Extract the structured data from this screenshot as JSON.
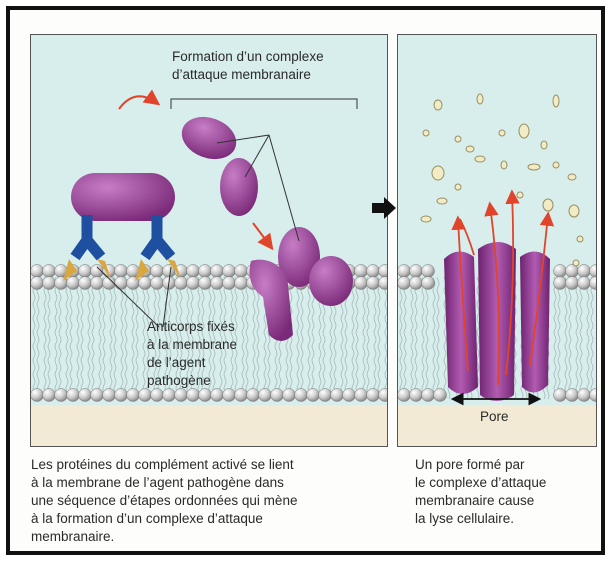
{
  "left_panel": {
    "title_lines": [
      "Formation d’un complexe",
      "d’attaque membranaire"
    ],
    "antibody_label_lines": [
      "Anticorps fixés",
      "à la membrane",
      "de l’agent",
      "pathogène"
    ]
  },
  "right_panel": {
    "pore_label": "Pore"
  },
  "captions": {
    "left": [
      "Les protéines du complément activé se lient",
      "à la membrane de l’agent pathogène dans",
      "une séquence d’étapes ordonnées qui mène",
      "à la formation d’un complexe d’attaque",
      "membranaire."
    ],
    "right": [
      "Un pore formé par",
      "le complexe d’attaque",
      "membranaire cause",
      "la lyse cellulaire."
    ]
  },
  "colors": {
    "panel_bg": "#d7eeec",
    "membrane_bg": "#f3ead6",
    "protein": "#9a3f98",
    "antibody": "#1f4fa0",
    "antigen": "#d9a640",
    "arrow": "#e0452c"
  }
}
